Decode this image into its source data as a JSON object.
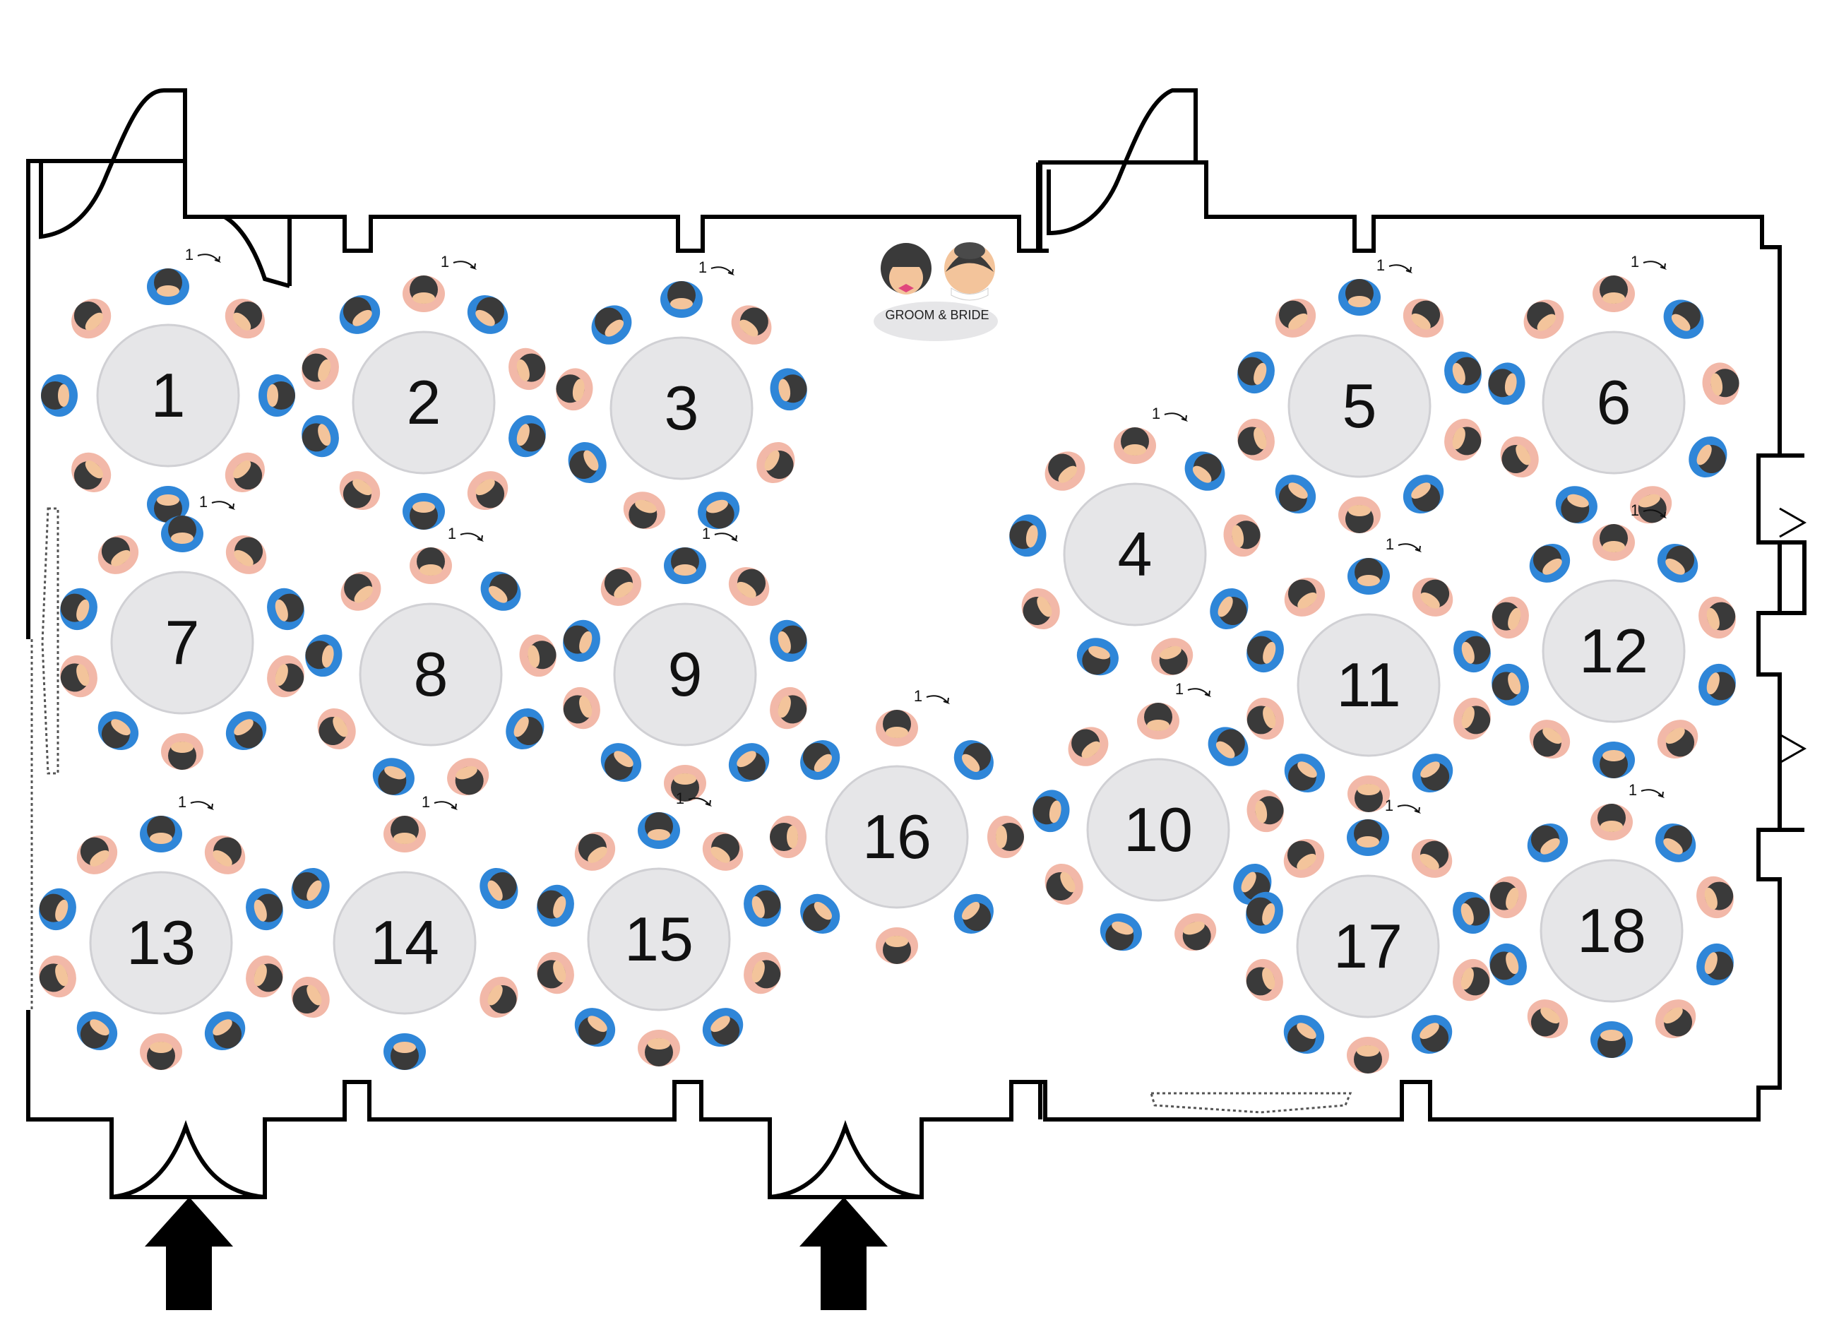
{
  "couple": {
    "label": "GROOM & BRIDE"
  },
  "seat_start_label": "1",
  "tables": [
    {
      "number": "1",
      "seats": 8
    },
    {
      "number": "2",
      "seats": 10
    },
    {
      "number": "3",
      "seats": 9
    },
    {
      "number": "4",
      "seats": 9
    },
    {
      "number": "5",
      "seats": 10
    },
    {
      "number": "6",
      "seats": 9
    },
    {
      "number": "7",
      "seats": 10
    },
    {
      "number": "8",
      "seats": 9
    },
    {
      "number": "9",
      "seats": 10
    },
    {
      "number": "10",
      "seats": 9
    },
    {
      "number": "11",
      "seats": 10
    },
    {
      "number": "12",
      "seats": 10
    },
    {
      "number": "13",
      "seats": 10
    },
    {
      "number": "14",
      "seats": 6
    },
    {
      "number": "15",
      "seats": 10
    },
    {
      "number": "16",
      "seats": 8
    },
    {
      "number": "17",
      "seats": 10
    },
    {
      "number": "18",
      "seats": 10
    }
  ],
  "entrances": [
    {
      "name": "entrance-left",
      "icon": "up-arrow-icon"
    },
    {
      "name": "entrance-center",
      "icon": "up-arrow-icon"
    }
  ],
  "colors": {
    "wall": "#000000",
    "table_fill": "#e6e6e8",
    "table_stroke": "#d0d0d4",
    "guest_blue": "#2f86d8",
    "guest_pink": "#f2b8a8",
    "guest_hair": "#3a3a3a",
    "guest_face": "#f3c49b"
  }
}
